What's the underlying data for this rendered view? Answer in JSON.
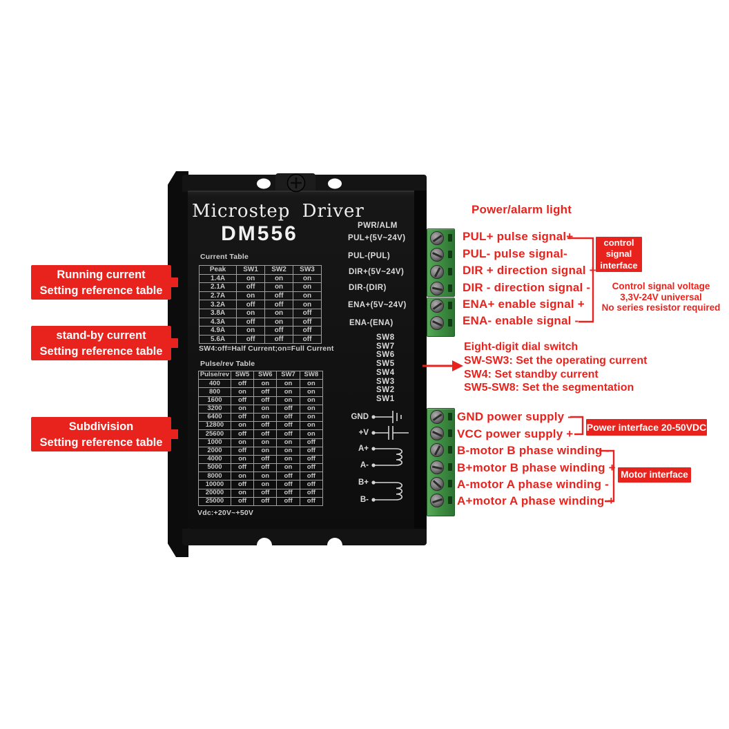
{
  "colors": {
    "annotation_red": "#e8231d",
    "terminal_green": "#3f8f43",
    "body_black": "#121212"
  },
  "driver": {
    "title": "Microstep Driver",
    "model": "DM556",
    "current_table": {
      "caption": "Current Table",
      "headers": [
        "Peak",
        "SW1",
        "SW2",
        "SW3"
      ],
      "rows": [
        [
          "1.4A",
          "on",
          "on",
          "on"
        ],
        [
          "2.1A",
          "off",
          "on",
          "on"
        ],
        [
          "2.7A",
          "on",
          "off",
          "on"
        ],
        [
          "3.2A",
          "off",
          "off",
          "on"
        ],
        [
          "3.8A",
          "on",
          "on",
          "off"
        ],
        [
          "4.3A",
          "off",
          "on",
          "off"
        ],
        [
          "4.9A",
          "on",
          "off",
          "off"
        ],
        [
          "5.6A",
          "off",
          "off",
          "off"
        ]
      ]
    },
    "sw4_note": "SW4:off=Half Current;on=Full Current",
    "pulse_table": {
      "caption": "Pulse/rev Table",
      "headers": [
        "Pulse/rev",
        "SW5",
        "SW6",
        "SW7",
        "SW8"
      ],
      "rows": [
        [
          "400",
          "off",
          "on",
          "on",
          "on"
        ],
        [
          "800",
          "on",
          "off",
          "on",
          "on"
        ],
        [
          "1600",
          "off",
          "off",
          "on",
          "on"
        ],
        [
          "3200",
          "on",
          "on",
          "off",
          "on"
        ],
        [
          "6400",
          "off",
          "on",
          "off",
          "on"
        ],
        [
          "12800",
          "on",
          "off",
          "off",
          "on"
        ],
        [
          "25600",
          "off",
          "off",
          "off",
          "on"
        ],
        [
          "1000",
          "on",
          "on",
          "on",
          "off"
        ],
        [
          "2000",
          "off",
          "on",
          "on",
          "off"
        ],
        [
          "4000",
          "on",
          "off",
          "on",
          "off"
        ],
        [
          "5000",
          "off",
          "off",
          "on",
          "off"
        ],
        [
          "8000",
          "on",
          "on",
          "off",
          "off"
        ],
        [
          "10000",
          "off",
          "on",
          "off",
          "off"
        ],
        [
          "20000",
          "on",
          "off",
          "off",
          "off"
        ],
        [
          "25000",
          "off",
          "off",
          "off",
          "off"
        ]
      ]
    },
    "vdc_note": "Vdc:+20V~+50V",
    "top_ports": [
      "PWR/ALM",
      "PUL+(5V~24V)",
      "PUL-(PUL)",
      "DIR+(5V~24V)",
      "DIR-(DIR)",
      "ENA+(5V~24V)",
      "ENA-(ENA)"
    ],
    "dip_switches": [
      "SW8",
      "SW7",
      "SW6",
      "SW5",
      "SW4",
      "SW3",
      "SW2",
      "SW1"
    ],
    "power_ports": [
      "GND",
      "+V",
      "A+",
      "A-",
      "B+",
      "B-"
    ]
  },
  "annotations": {
    "left_boxes": [
      {
        "line1": "Running current",
        "line2": "Setting reference table"
      },
      {
        "line1": "stand-by current",
        "line2": "Setting reference table"
      },
      {
        "line1": "Subdivision",
        "line2": "Setting reference table"
      }
    ],
    "power_alarm": "Power/alarm light",
    "control_lines": [
      "PUL+ pulse signal+",
      "PUL- pulse signal-",
      "DIR + direction signal +",
      "DIR - direction signal -",
      "ENA+ enable signal +",
      "ENA- enable signal -"
    ],
    "control_box_lines": [
      "control",
      "signal",
      "interface"
    ],
    "control_note_lines": [
      "Control signal voltage",
      "3,3V-24V universal",
      "No series resistor required"
    ],
    "dial_lines": [
      "Eight-digit dial switch",
      "SW-SW3: Set the operating current",
      "SW4: Set standby current",
      "SW5-SW8: Set the segmentation"
    ],
    "power_lines": [
      "GND power supply -",
      "VCC power supply +"
    ],
    "power_box": "Power interface 20-50VDC",
    "motor_lines": [
      "B-motor B phase winding -",
      "B+motor B phase winding +",
      "A-motor A phase winding -",
      "A+motor A phase winding +"
    ],
    "motor_box": "Motor interface"
  }
}
